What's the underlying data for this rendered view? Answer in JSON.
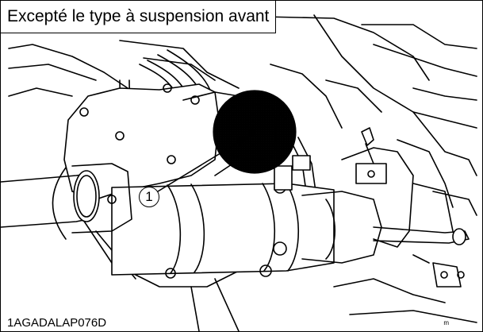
{
  "title": "Excepté le type à suspension avant",
  "callout": "1",
  "reference_code": "1AGADALAP076D",
  "corner_mark": "m",
  "colors": {
    "line": "#000000",
    "highlight": "#9e9e9e",
    "background": "#ffffff"
  }
}
